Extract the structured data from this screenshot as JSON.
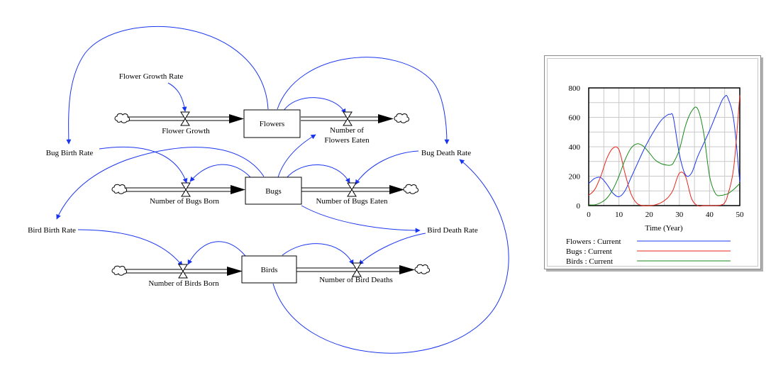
{
  "stocks": {
    "flowers": "Flowers",
    "bugs": "Bugs",
    "birds": "Birds"
  },
  "flows": {
    "flower_growth": "Flower Growth",
    "flowers_eaten_line1": "Number of",
    "flowers_eaten_line2": "Flowers Eaten",
    "bugs_born": "Number of Bugs Born",
    "bugs_eaten": "Number of Bugs Eaten",
    "birds_born": "Number of Birds Born",
    "bird_deaths": "Number of Bird Deaths"
  },
  "auxiliaries": {
    "flower_growth_rate": "Flower Growth Rate",
    "bug_birth_rate": "Bug Birth Rate",
    "bug_death_rate": "Bug Death Rate",
    "bird_birth_rate": "Bird Birth Rate",
    "bird_death_rate": "Bird Death Rate"
  },
  "colors": {
    "links": "#1a35f0",
    "flowers": "#1a35f0",
    "bugs": "#e8261c",
    "birds": "#1a8a1a"
  },
  "chart_data": {
    "type": "line",
    "xlabel": "Time (Year)",
    "ylabel": "",
    "xlim": [
      0,
      50
    ],
    "ylim": [
      0,
      800
    ],
    "x_ticks": [
      0,
      10,
      20,
      30,
      40,
      50
    ],
    "y_ticks": [
      0,
      200,
      400,
      600,
      800
    ],
    "grid": true,
    "legend_position": "bottom",
    "x": [
      0,
      2,
      4,
      6,
      8,
      10,
      12,
      14,
      16,
      18,
      20,
      22,
      24,
      26,
      27,
      28,
      30,
      32,
      34,
      36,
      38,
      40,
      42,
      44,
      45,
      46,
      48,
      50
    ],
    "series": [
      {
        "name": "Flowers : Current",
        "color": "#1a35f0",
        "values": [
          150,
          185,
          190,
          145,
          85,
          60,
          100,
          190,
          280,
          370,
          450,
          520,
          580,
          615,
          620,
          600,
          350,
          210,
          220,
          330,
          420,
          510,
          610,
          710,
          740,
          735,
          580,
          160
        ]
      },
      {
        "name": "Bugs : Current",
        "color": "#e8261c",
        "values": [
          70,
          110,
          200,
          320,
          390,
          380,
          220,
          80,
          15,
          0,
          0,
          5,
          20,
          50,
          75,
          110,
          220,
          200,
          50,
          0,
          0,
          0,
          0,
          5,
          20,
          70,
          260,
          750
        ]
      },
      {
        "name": "Birds : Current",
        "color": "#1a8a1a",
        "values": [
          5,
          5,
          20,
          50,
          110,
          200,
          310,
          390,
          420,
          405,
          360,
          310,
          285,
          275,
          275,
          290,
          380,
          540,
          640,
          660,
          500,
          200,
          80,
          70,
          75,
          80,
          110,
          150
        ]
      }
    ]
  }
}
